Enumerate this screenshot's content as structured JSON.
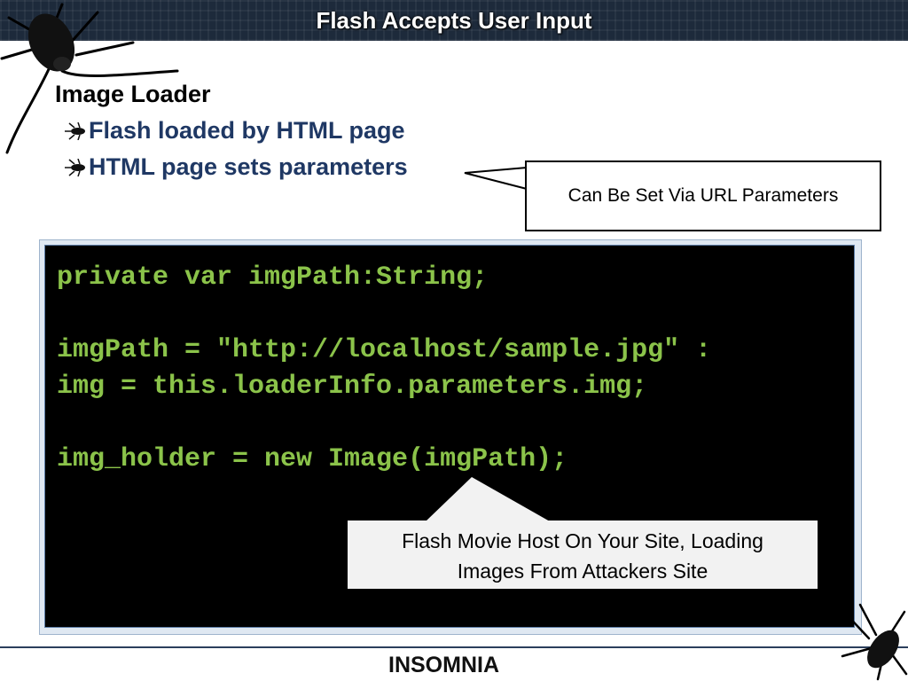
{
  "slide": {
    "title": "Flash Accepts User Input",
    "heading": "Image Loader",
    "bullets": [
      "Flash loaded by HTML page",
      "HTML page sets parameters"
    ],
    "callout_top": "Can Be Set Via URL Parameters",
    "code_lines": [
      "private var imgPath:String;",
      "imgPath = \"http://localhost/sample.jpg\" :",
      "img = this.loaderInfo.parameters.img;",
      "img_holder = new Image(imgPath);"
    ],
    "callout_bottom": [
      "Flash Movie Host On Your Site, Loading",
      "Images From Attackers Site"
    ],
    "footer_logo": "INSOMNIA",
    "icons": {
      "corner_top": "cockroach-icon",
      "corner_bottom": "cockroach-icon",
      "bullet": "cockroach-bullet-icon"
    },
    "colors": {
      "title_bar": "#1d2a3b",
      "bullet_text": "#1f3864",
      "code_text": "#8bc34a",
      "code_bg": "#000000"
    }
  }
}
